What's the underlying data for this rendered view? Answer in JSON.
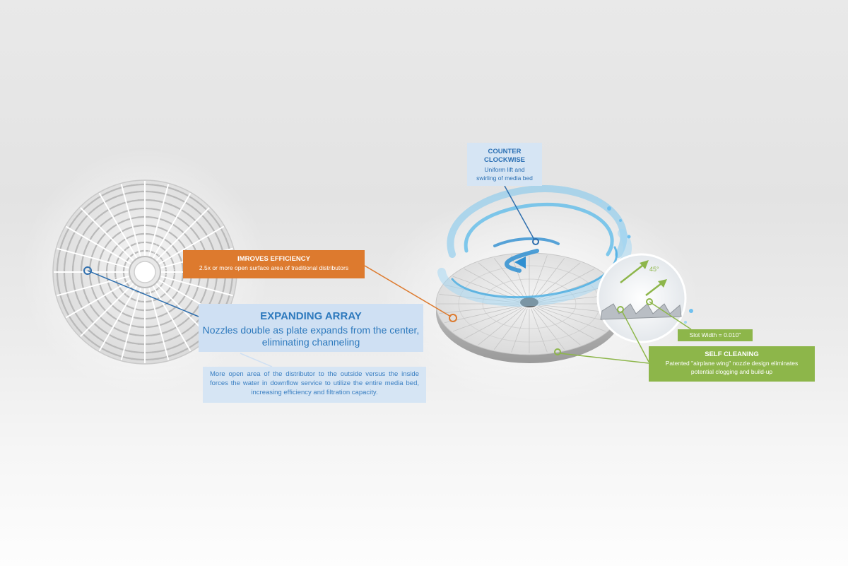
{
  "callouts": {
    "counter_clockwise": {
      "title_line1": "COUNTER",
      "title_line2": "CLOCKWISE",
      "body_line1": "Uniform lift and",
      "body_line2": "swirling of media bed"
    },
    "improves_efficiency": {
      "title": "IMROVES EFFICIENCY",
      "body": "2.5x or more open surface area of traditional distributors"
    },
    "expanding_array": {
      "title": "EXPANDING ARRAY",
      "body_line1": "Nozzles double as plate expands from the center,",
      "body_line2": "eliminating channeling"
    },
    "more_open_area": {
      "body": "More open area of the distributor to the outside versus the inside forces the water in downflow service to utilize the entire media bed, increasing efficiency and filtration capacity."
    },
    "slot_width": {
      "label": "Slot Width = 0.010\""
    },
    "self_cleaning": {
      "title": "SELF CLEANING",
      "body_line1": "Patented \"airplane wing\" nozzle design eliminates",
      "body_line2": "potential clogging and build-up"
    },
    "angle": {
      "label": "45°"
    }
  },
  "colors": {
    "blue_box": "#d6e5f4",
    "blue_text": "#2a6fb3",
    "orange": "#dd7a2e",
    "green": "#8db64a",
    "leader_blue": "#2f6fae",
    "water_swirl": "#4fb6ea"
  }
}
